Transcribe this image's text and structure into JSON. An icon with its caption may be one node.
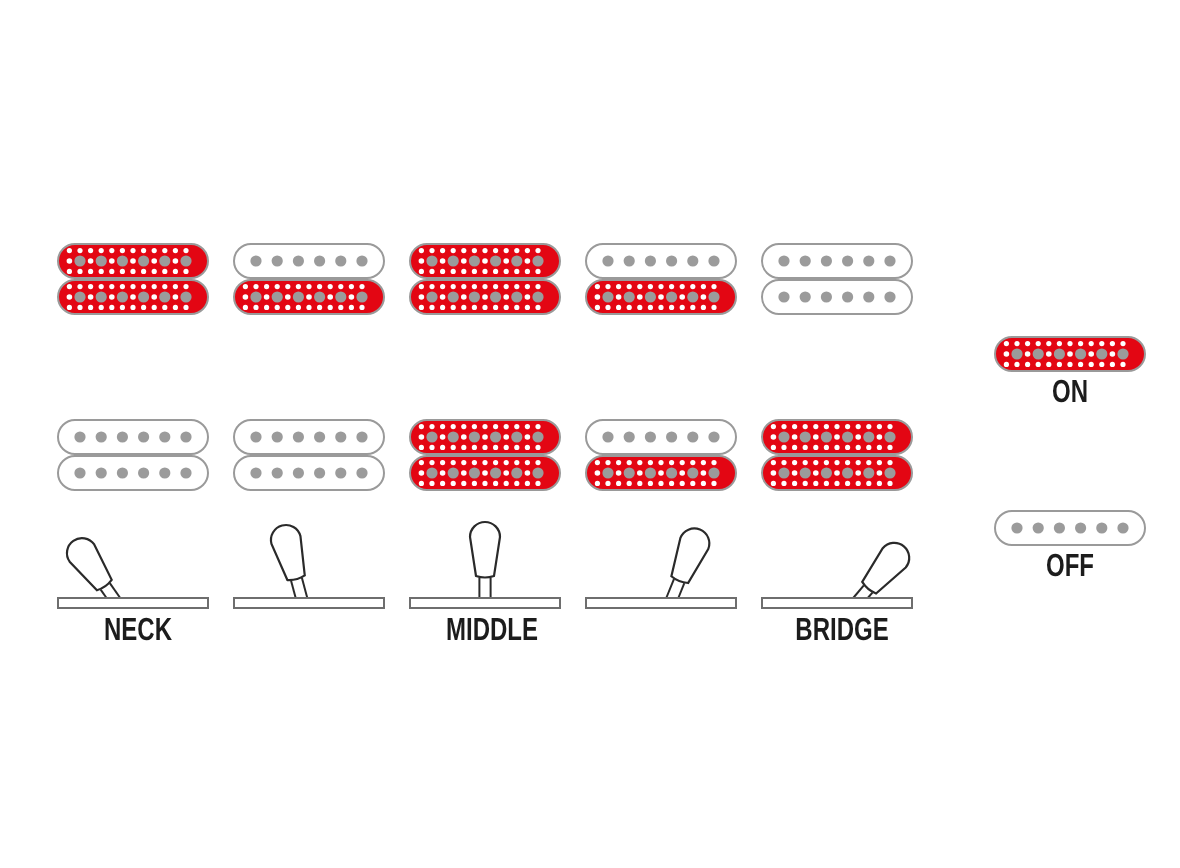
{
  "diagram": {
    "labels": [
      "NECK",
      "MIDDLE",
      "BRIDGE"
    ],
    "legend": [
      {
        "text": "ON",
        "color": "#e30613"
      },
      {
        "text": "OFF"
      }
    ]
  }
}
